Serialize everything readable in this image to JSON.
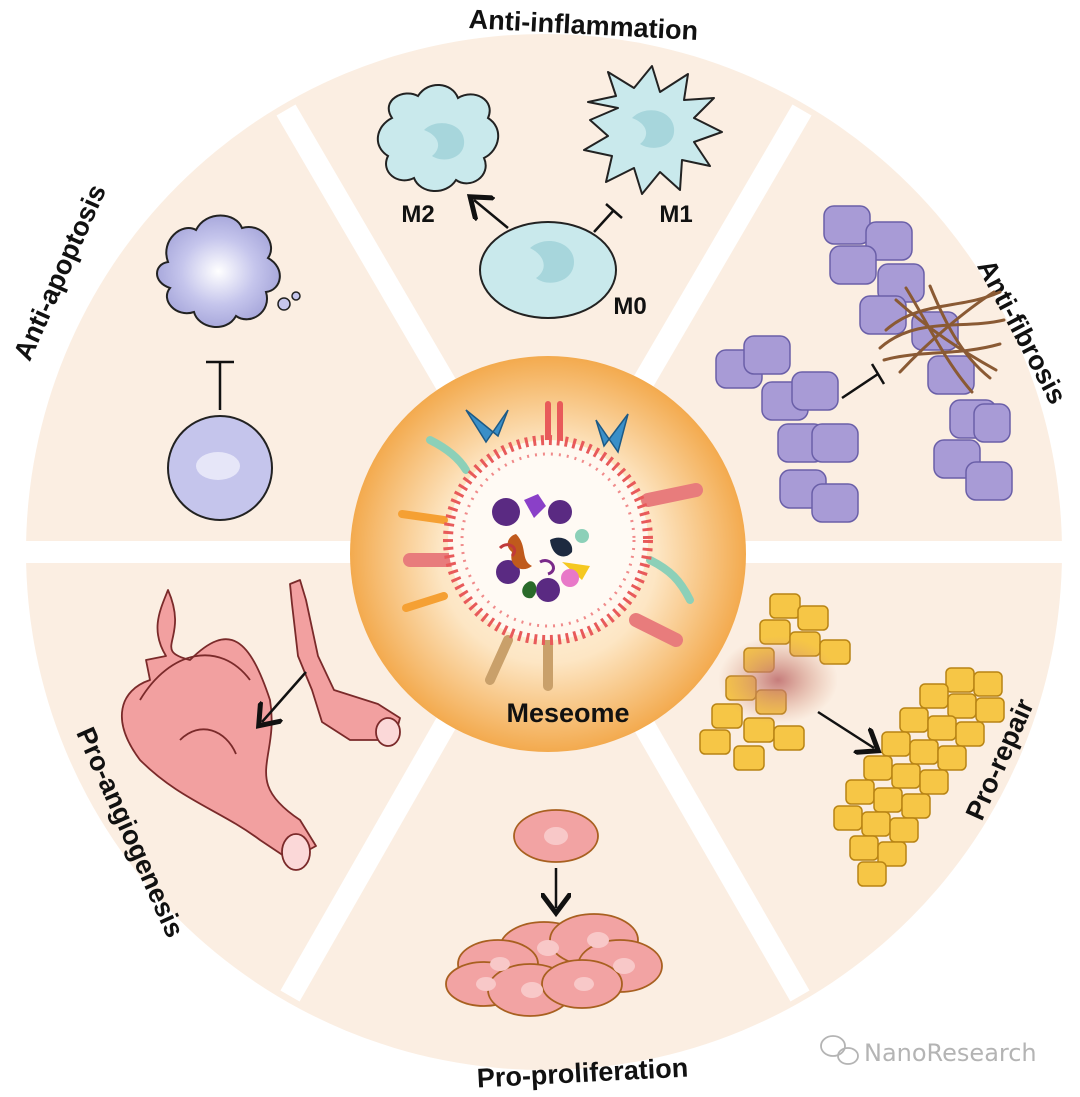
{
  "center": {
    "label": "Meseome"
  },
  "segments": {
    "anti_inflammation": {
      "label": "Anti-inflammation",
      "m2": "M2",
      "m1": "M1",
      "m0": "M0"
    },
    "anti_fibrosis": {
      "label": "Anti-fibrosis"
    },
    "pro_repair": {
      "label": "Pro-repair"
    },
    "pro_proliferation": {
      "label": "Pro-proliferation"
    },
    "pro_angiogenesis": {
      "label": "Pro-angiogenesis"
    },
    "anti_apoptosis": {
      "label": "Anti-apoptosis"
    }
  },
  "watermark": {
    "text": "NanoResearch"
  },
  "colors": {
    "segment_fill": "#fbeee2",
    "divider": "#ffffff",
    "center_core": "#fde9c8",
    "center_edge": "#f6b45a",
    "macrophage": "#c9e9ec",
    "fibroblast": "#a89bd6",
    "collagen": "#8a5a34",
    "cardiomyocyte": "#f6c646",
    "proliferating_cell": "#f2a3a3",
    "vessel": "#f2a0a0",
    "apoptotic_cell": "#c8c8ea",
    "vesicle_membrane": "#e85a5a"
  }
}
